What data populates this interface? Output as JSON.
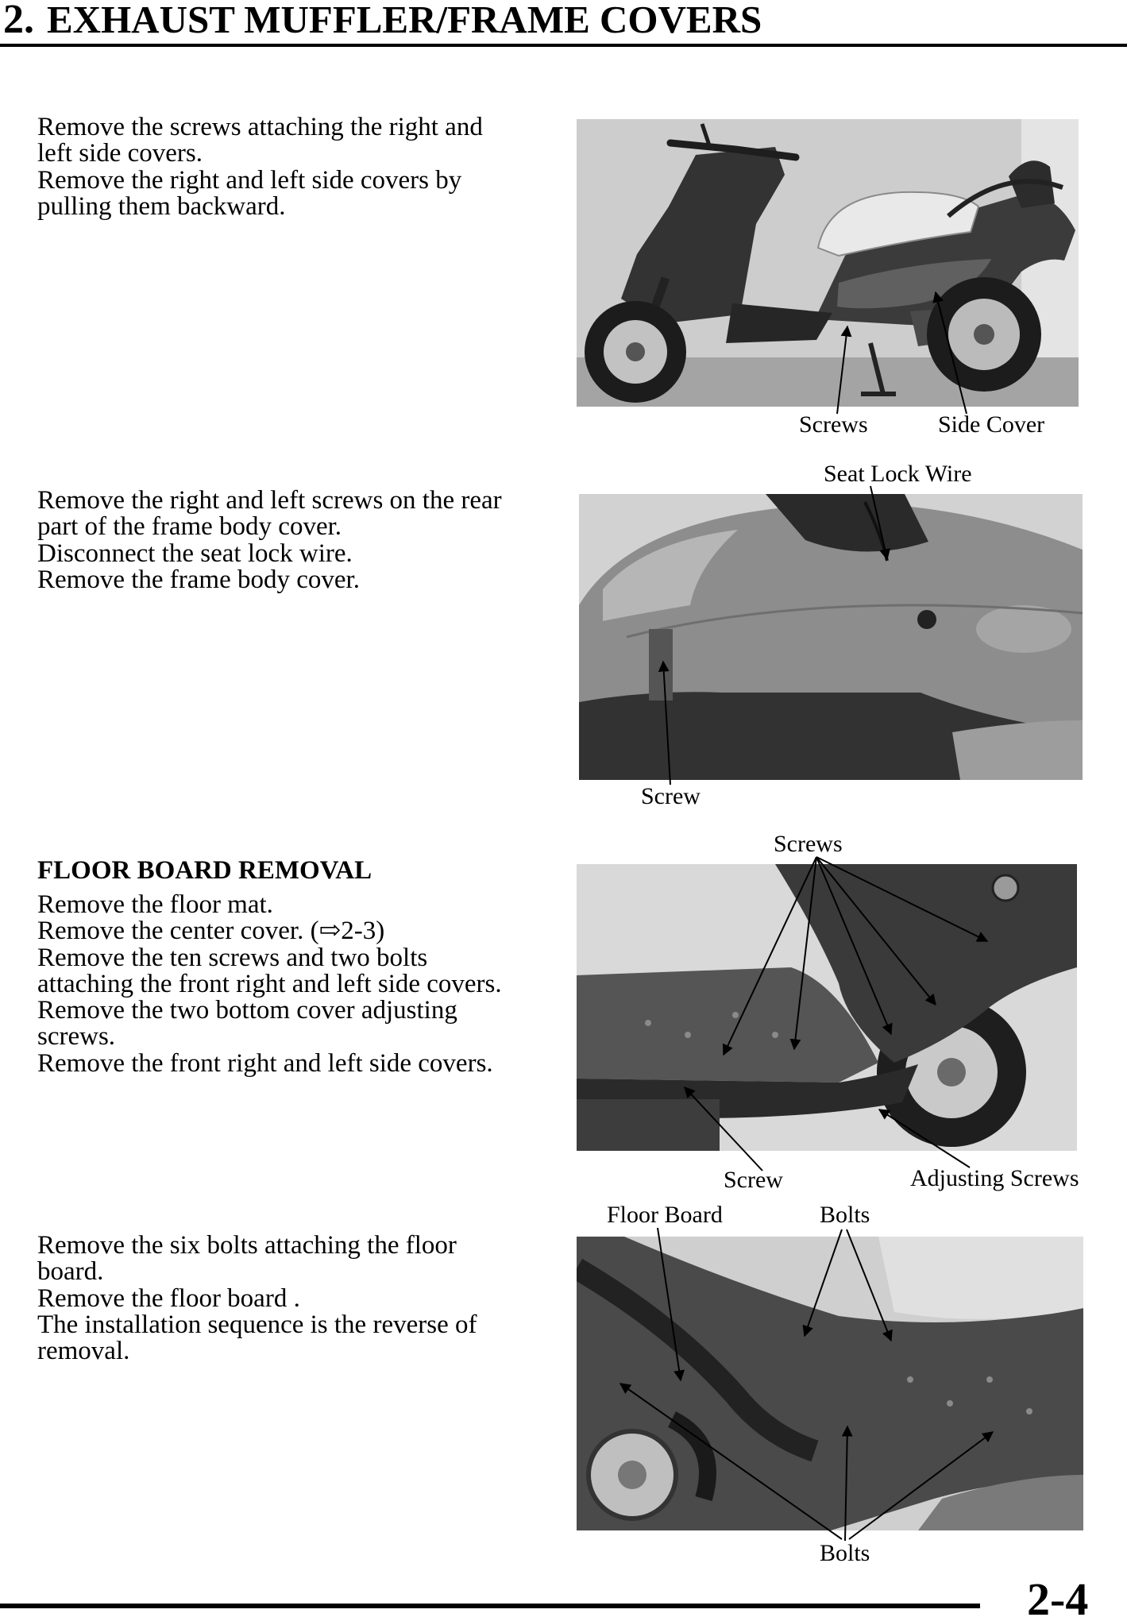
{
  "header": {
    "section_number": "2.",
    "title": "EXHAUST MUFFLER/FRAME COVERS"
  },
  "frame_covers": {
    "side_covers_step": [
      "Remove the screws attaching the right and",
      "left side covers.",
      "Remove the right and left side covers by",
      "pulling them backward."
    ],
    "frame_body_cover_step": [
      "Remove the right and left screws on the rear",
      "part of the frame body cover.",
      "Disconnect the seat lock wire.",
      "Remove the frame body cover."
    ]
  },
  "floor_board": {
    "heading": "FLOOR BOARD REMOVAL",
    "front_side_covers_step": [
      "Remove the floor mat.",
      "Remove the center cover. (⇨2-3)",
      "Remove the ten screws and two bolts",
      "attaching the front right and left side covers.",
      "Remove the two bottom cover adjusting",
      "screws.",
      "Remove the front right and left side covers."
    ],
    "floor_board_step": [
      "Remove the six bolts attaching the floor",
      "board.",
      "Remove the floor board .",
      "The installation sequence is the reverse of",
      "removal."
    ]
  },
  "callouts": {
    "side_view": {
      "screws": "Screws",
      "side_cover": "Side Cover"
    },
    "frame_body": {
      "seat_lock_wire": "Seat Lock Wire",
      "screw": "Screw"
    },
    "front_covers": {
      "screws": "Screws",
      "screw": "Screw",
      "adjusting_screws": "Adjusting Screws"
    },
    "floor_board": {
      "floor_board": "Floor Board",
      "bolts_top": "Bolts",
      "bolts_bottom": "Bolts"
    }
  },
  "footer": {
    "page_number": "2-4"
  }
}
